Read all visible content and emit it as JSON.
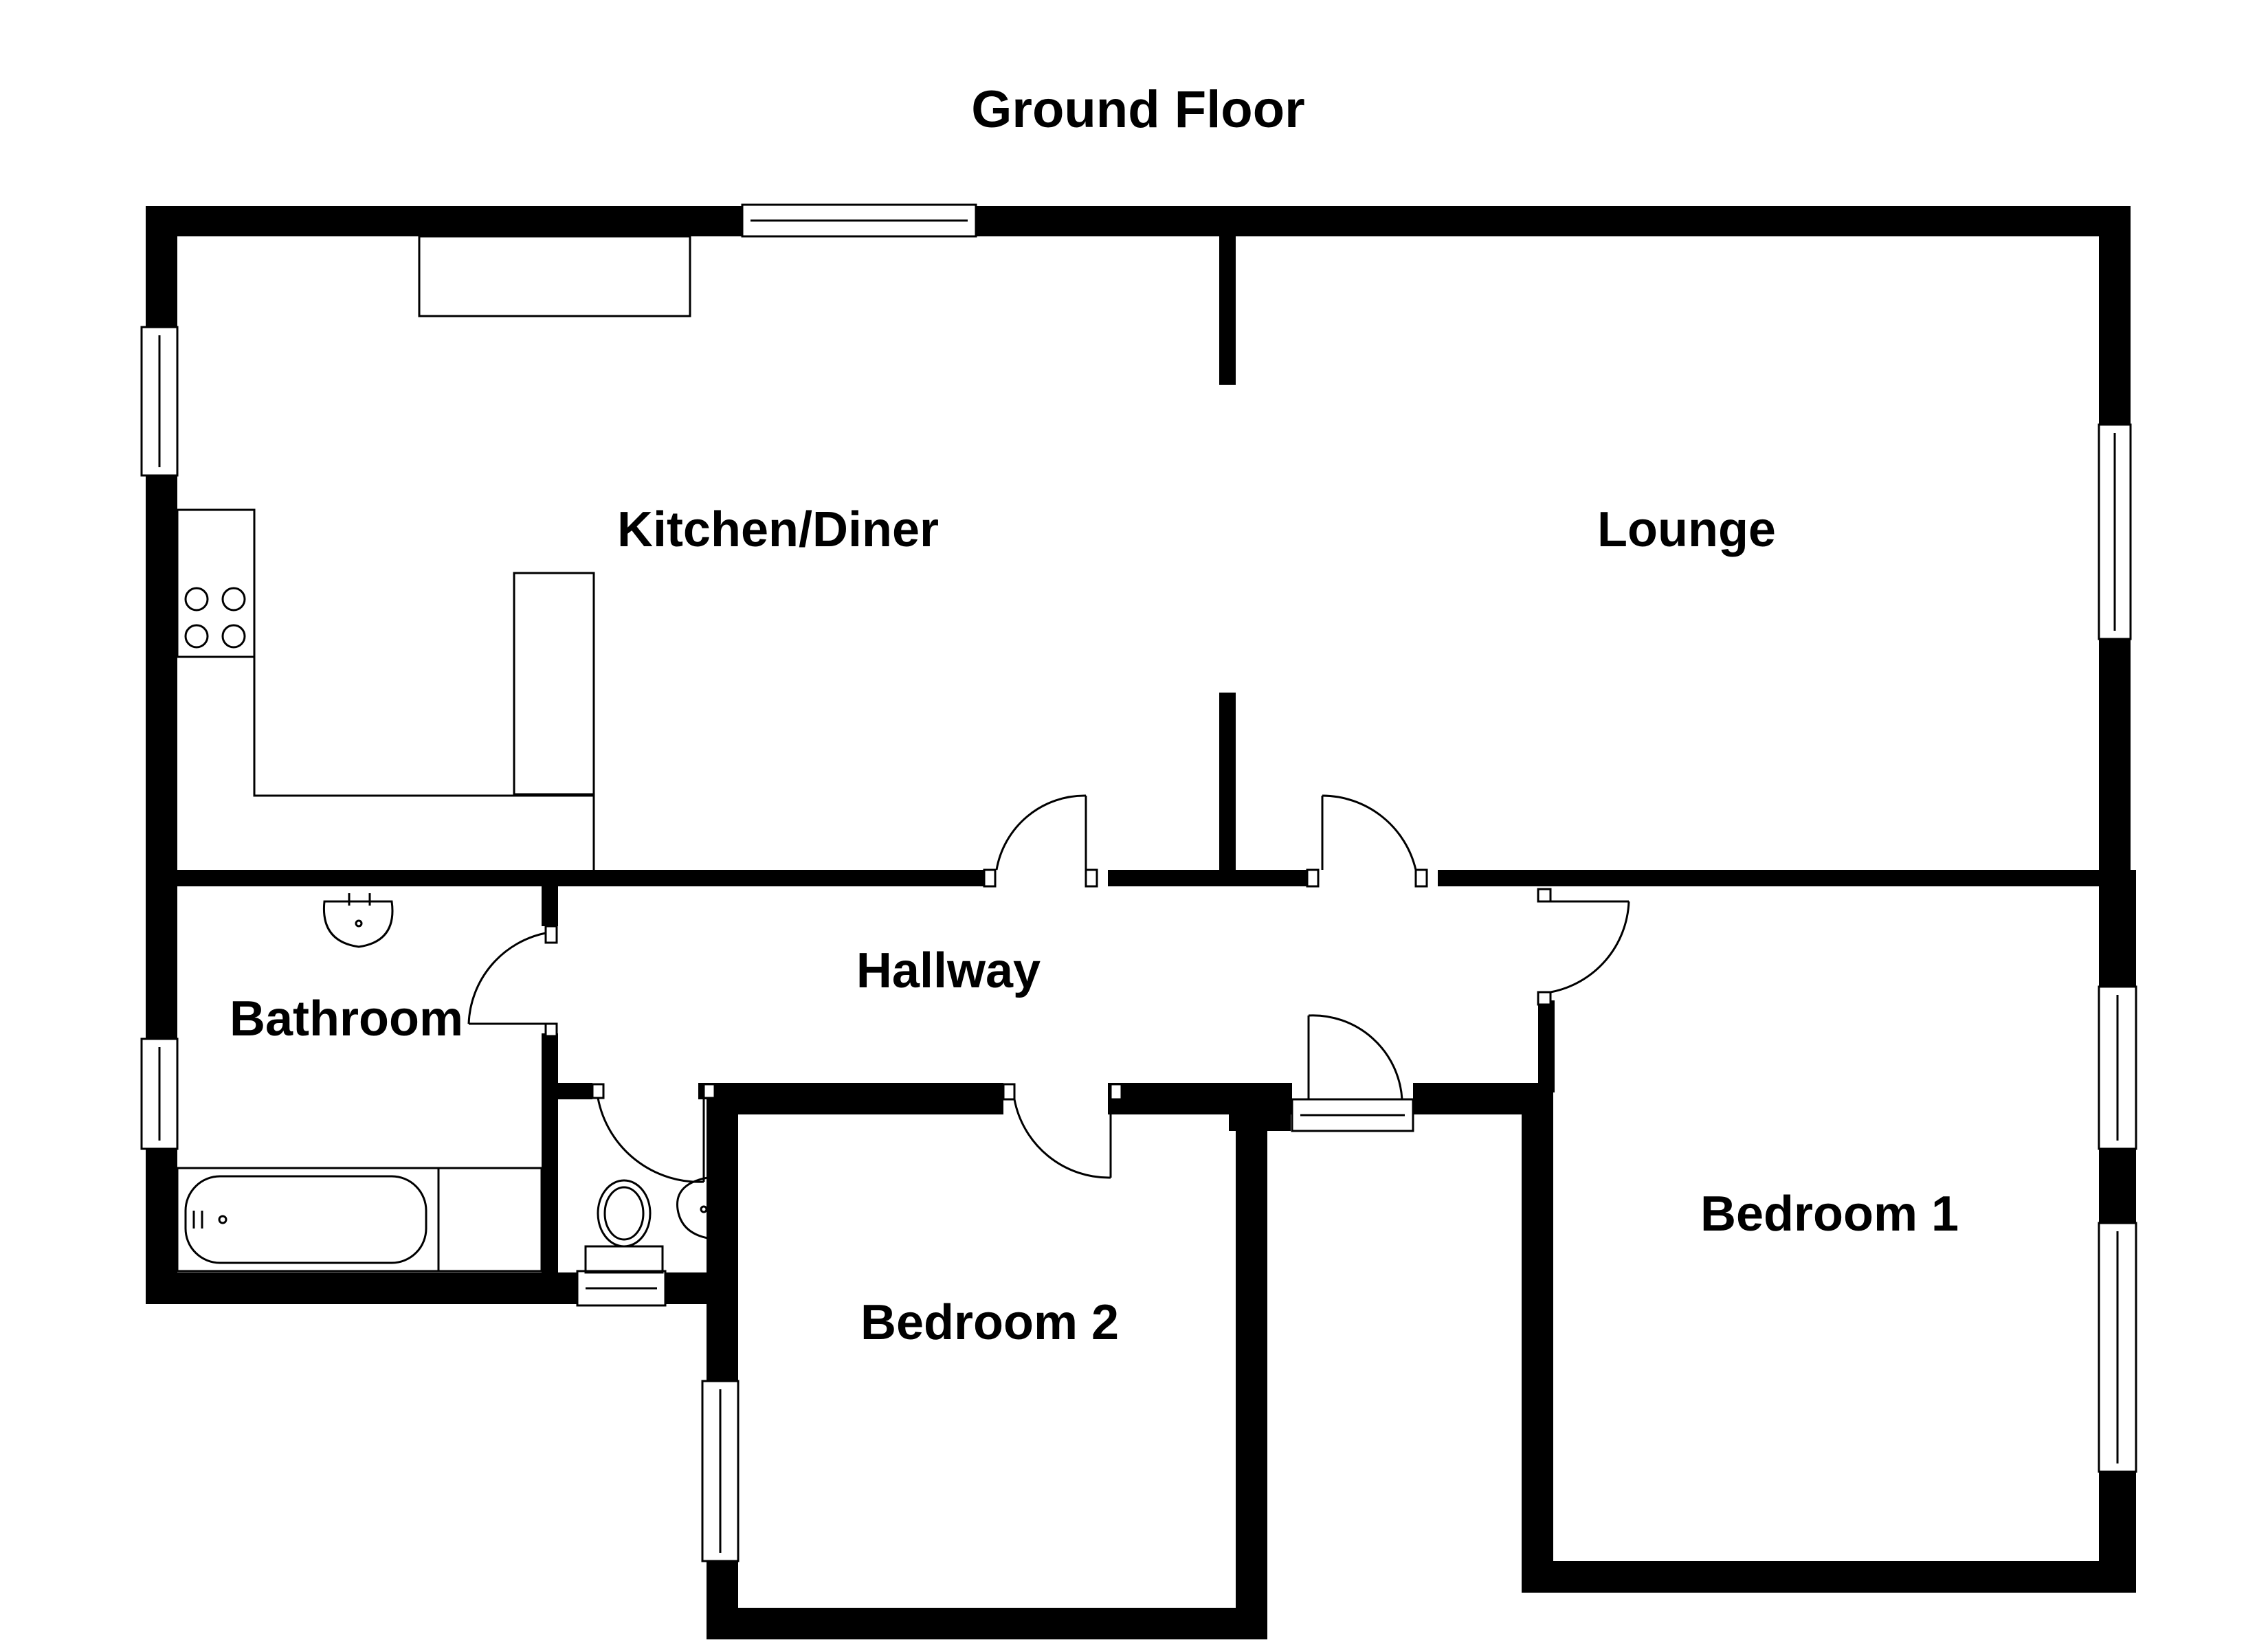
{
  "floor_title": "Ground Floor",
  "rooms": {
    "kitchen_diner": "Kitchen/Diner",
    "lounge": "Lounge",
    "hallway": "Hallway",
    "bathroom": "Bathroom",
    "bedroom_1": "Bedroom 1",
    "bedroom_2": "Bedroom 2"
  },
  "colors": {
    "wall": "#000000",
    "background": "#ffffff"
  }
}
